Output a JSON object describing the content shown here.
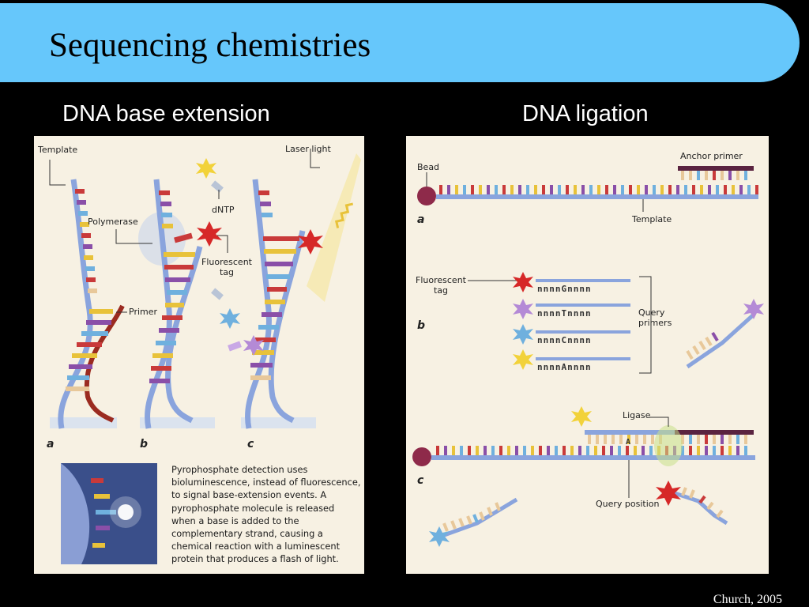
{
  "slide": {
    "title": "Sequencing chemistries",
    "left_heading": "DNA base extension",
    "right_heading": "DNA ligation",
    "credit": "Church, 2005"
  },
  "base_extension": {
    "labels": {
      "template": "Template",
      "laser_light": "Laser light",
      "dntp": "dNTP",
      "polymerase": "Polymerase",
      "fluorescent_tag": "Fluorescent tag",
      "primer": "Primer"
    },
    "panel_letters": [
      "a",
      "b",
      "c"
    ],
    "caption": "Pyrophosphate detection uses bioluminescence, instead of fluorescence, to signal base-extension events. A pyrophosphate molecule is released when a base is added to the complementary strand, causing a chemical reaction with a luminescent protein that produces a flash of light."
  },
  "ligation": {
    "labels": {
      "bead": "Bead",
      "anchor_primer": "Anchor primer",
      "template": "Template",
      "fluorescent_tag": "Fluorescent tag",
      "query_primers": "Query primers",
      "ligase": "Ligase",
      "query_position": "Query position"
    },
    "panel_letters": [
      "a",
      "b",
      "c"
    ],
    "query_primers": [
      "nnnnGnnnn",
      "nnnnTnnnn",
      "nnnnCnnnn",
      "nnnnAnnnn"
    ],
    "query_base": "A"
  },
  "colors": {
    "title_bar": "#66c7fb",
    "background": "#000000",
    "panel": "#f7f1e3",
    "strand_blue": "#8aa4dd",
    "primer_red": "#9b2b20",
    "base_colors": [
      "#c93a3a",
      "#8a4fa8",
      "#e8c23a",
      "#6fb0de",
      "#e8c89a"
    ]
  }
}
